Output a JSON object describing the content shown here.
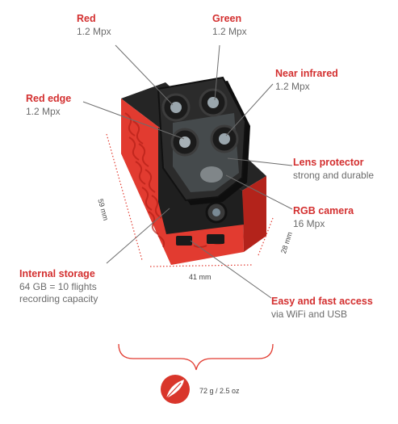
{
  "labels": {
    "red": {
      "title": "Red",
      "sub": "1.2 Mpx"
    },
    "green": {
      "title": "Green",
      "sub": "1.2 Mpx"
    },
    "near_infrared": {
      "title": "Near infrared",
      "sub": "1.2 Mpx"
    },
    "red_edge": {
      "title": "Red edge",
      "sub": "1.2 Mpx"
    },
    "lens_protector": {
      "title": "Lens protector",
      "sub": "strong and durable"
    },
    "rgb_camera": {
      "title": "RGB camera",
      "sub": "16 Mpx"
    },
    "internal_storage": {
      "title": "Internal storage",
      "sub1": "64 GB = 10 flights",
      "sub2": "recording capacity"
    },
    "easy_access": {
      "title": "Easy and fast access",
      "sub": "via WiFi and USB"
    }
  },
  "dimensions": {
    "height": "59 mm",
    "width": "41 mm",
    "depth": "28 mm"
  },
  "weight": "72 g / 2.5 oz",
  "colors": {
    "accent": "#d32f2f",
    "body": "#e23b30",
    "dark": "#1e1e1e",
    "text": "#6b6b6b"
  }
}
